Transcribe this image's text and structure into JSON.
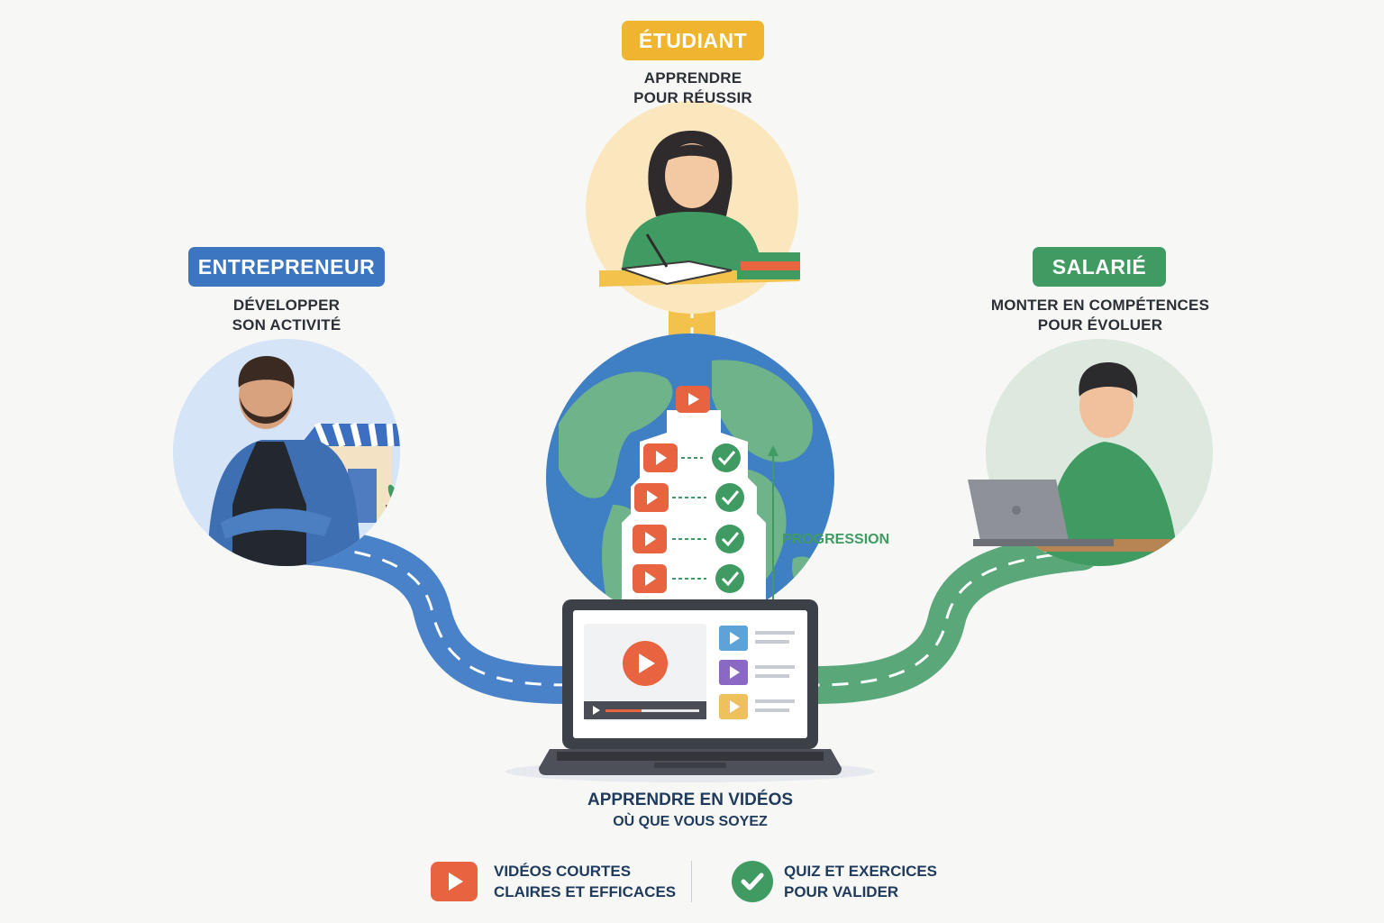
{
  "personas": {
    "etudiant": {
      "badge": "ÉTUDIANT",
      "line1": "APPRENDRE",
      "line2": "POUR RÉUSSIR",
      "color": "#efb52f"
    },
    "entrepreneur": {
      "badge": "ENTREPRENEUR",
      "line1": "DÉVELOPPER",
      "line2": "SON ACTIVITÉ",
      "color": "#3d76c0"
    },
    "salarie": {
      "badge": "SALARIÉ",
      "line1": "MONTER EN COMPÉTENCES",
      "line2": "POUR ÉVOLUER",
      "color": "#3f9b62"
    }
  },
  "center": {
    "progression_label": "PROGRESSION"
  },
  "caption": {
    "title": "APPRENDRE EN VIDÉOS",
    "subtitle": "OÙ QUE VOUS SOYEZ"
  },
  "legend": {
    "videos": {
      "line1": "VIDÉOS COURTES",
      "line2": "CLAIRES ET EFFICACES",
      "icon": "play-icon",
      "color": "#e8633f"
    },
    "quiz": {
      "line1": "QUIZ ET EXERCICES",
      "line2": "POUR VALIDER",
      "icon": "check-icon",
      "color": "#3f9b62"
    }
  },
  "colors": {
    "video_red": "#e8633f",
    "check_green": "#3f9b62",
    "road_blue": "#4a82c9",
    "road_green": "#5aa879"
  }
}
